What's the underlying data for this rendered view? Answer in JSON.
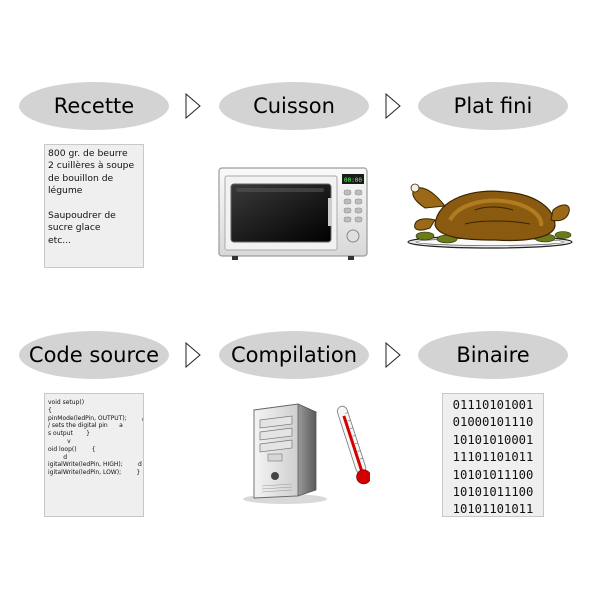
{
  "stages_top": [
    {
      "label": "Recette"
    },
    {
      "label": "Cuisson"
    },
    {
      "label": "Plat fini"
    }
  ],
  "stages_bottom": [
    {
      "label": "Code source"
    },
    {
      "label": "Compilation"
    },
    {
      "label": "Binaire"
    }
  ],
  "recipe_lines": [
    "800 gr. de beurre",
    "2 cuillères à soupe",
    "de bouillon de",
    "légume",
    "",
    "Saupoudrer de",
    "sucre glace",
    "etc..."
  ],
  "code_lines": [
    "void setup()",
    "{",
    "pinMode(ledPin, OUTPUT);        /",
    "/ sets the digital pin      a",
    "s output       }",
    "          v",
    "oid loop()        {",
    "        d",
    "igitalWrite(ledPin, HIGH);        d",
    "igitalWrite(ledPin, LOW);        }"
  ],
  "binary_lines": [
    "01110101001",
    "01000101110",
    "10101010001",
    "11101101011",
    "10101011100",
    "10101011100",
    "10101101011"
  ],
  "microwave_display": "00:00",
  "colors": {
    "pill_fill": "#d3d3d3",
    "doc_fill": "#efefef",
    "thermometer_red": "#d40000",
    "chicken_brown": "#8a5a10"
  }
}
